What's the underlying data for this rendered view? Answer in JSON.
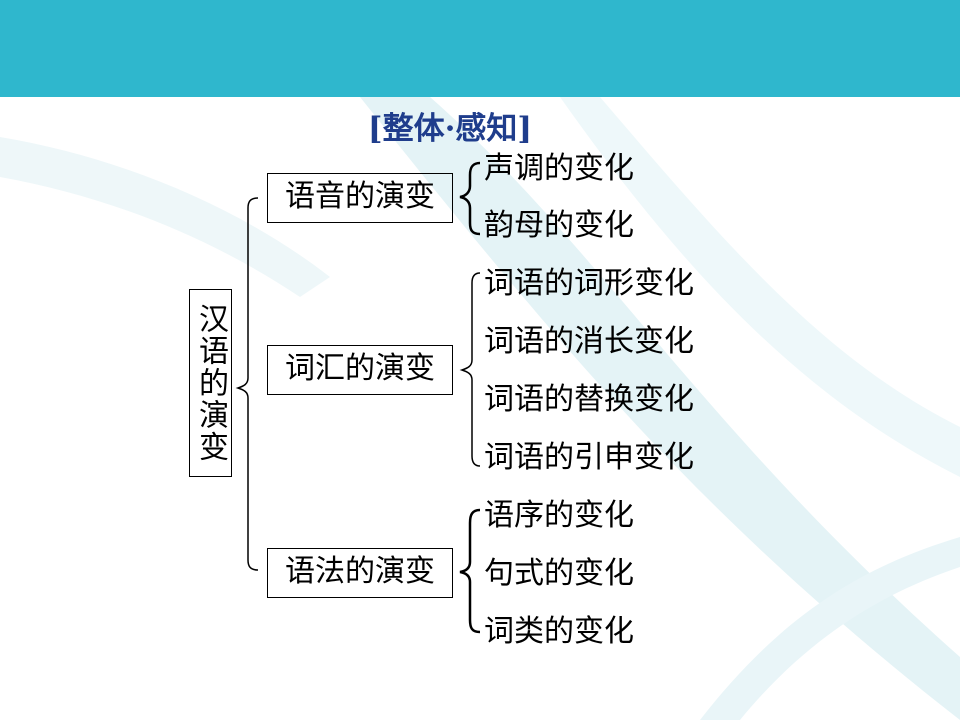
{
  "title": "[整体·感知]",
  "colors": {
    "header": "#2fb7cd",
    "title": "#1f3d8c",
    "text": "#000000"
  },
  "root": "汉语的演变",
  "branches": [
    {
      "label": "语音的演变",
      "children": [
        "声调的变化",
        "韵母的变化"
      ]
    },
    {
      "label": "词汇的演变",
      "children": [
        "词语的词形变化",
        "词语的消长变化",
        "词语的替换变化",
        "词语的引申变化"
      ]
    },
    {
      "label": "语法的演变",
      "children": [
        "语序的变化",
        "句式的变化",
        "词类的变化"
      ]
    }
  ]
}
